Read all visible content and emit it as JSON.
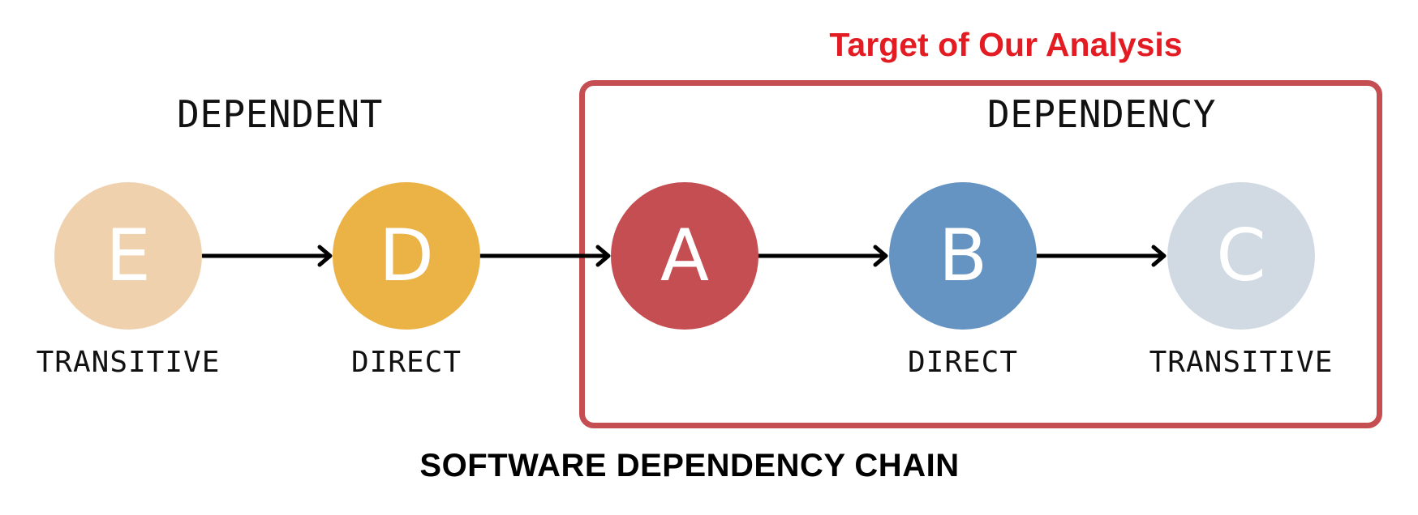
{
  "diagram": {
    "target_title": "Target of Our Analysis",
    "sections": {
      "dependent": "DEPENDENT",
      "dependency": "DEPENDENCY"
    },
    "nodes": [
      {
        "letter": "E",
        "label": "TRANSITIVE",
        "color": "#efd2ad"
      },
      {
        "letter": "D",
        "label": "DIRECT",
        "color": "#ebb245"
      },
      {
        "letter": "A",
        "label": "",
        "color": "#c44e52"
      },
      {
        "letter": "B",
        "label": "DIRECT",
        "color": "#6594c2"
      },
      {
        "letter": "C",
        "label": "TRANSITIVE",
        "color": "#d1dae3"
      }
    ],
    "caption": "SOFTWARE DEPENDENCY CHAIN",
    "colors": {
      "target_title": "#e31c23",
      "target_box": "#c44e52",
      "arrow": "#000000",
      "text": "#111111"
    }
  }
}
